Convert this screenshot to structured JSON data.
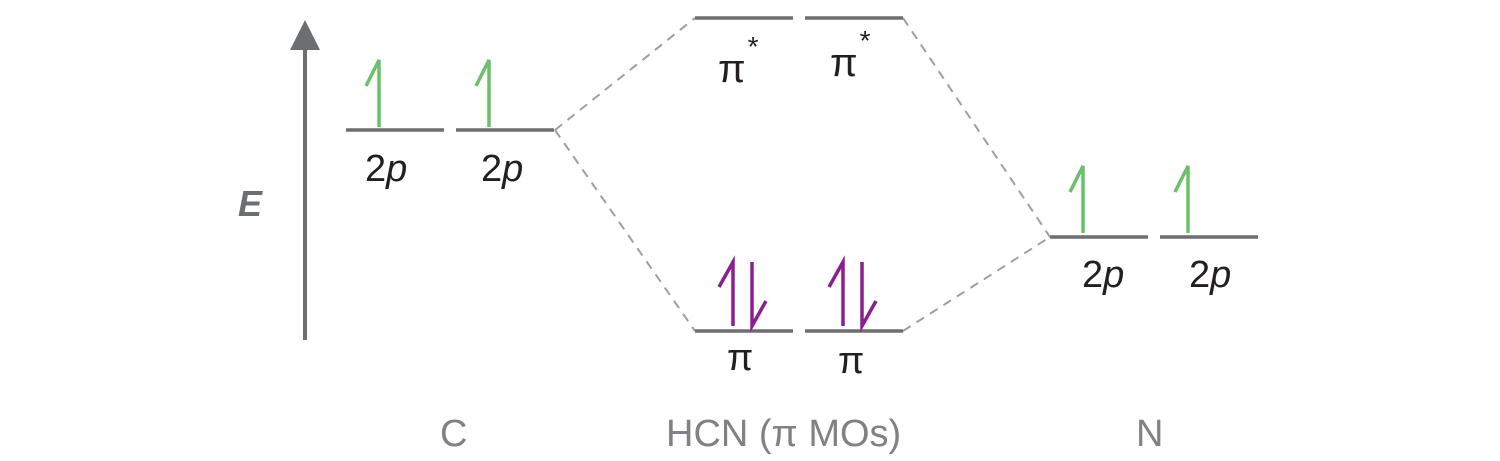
{
  "axis": {
    "label": "E"
  },
  "carbon": {
    "atom_label": "C",
    "orbitals": [
      {
        "label": "2",
        "italic": "p",
        "electrons": "up"
      },
      {
        "label": "2",
        "italic": "p",
        "electrons": "up"
      }
    ]
  },
  "hcn": {
    "atom_label": "HCN (π MOs)",
    "antibonding": [
      {
        "label": "π",
        "sup": "*"
      },
      {
        "label": "π",
        "sup": "*"
      }
    ],
    "bonding": [
      {
        "label": "π",
        "electrons": "pair"
      },
      {
        "label": "π",
        "electrons": "pair"
      }
    ]
  },
  "nitrogen": {
    "atom_label": "N",
    "orbitals": [
      {
        "label": "2",
        "italic": "p",
        "electrons": "up"
      },
      {
        "label": "2",
        "italic": "p",
        "electrons": "up"
      }
    ]
  },
  "colors": {
    "level": "#6d6e70",
    "unpaired_electron": "#6cc06a",
    "paired_electron": "#8b1f8f",
    "connector": "#9d9fa2"
  }
}
